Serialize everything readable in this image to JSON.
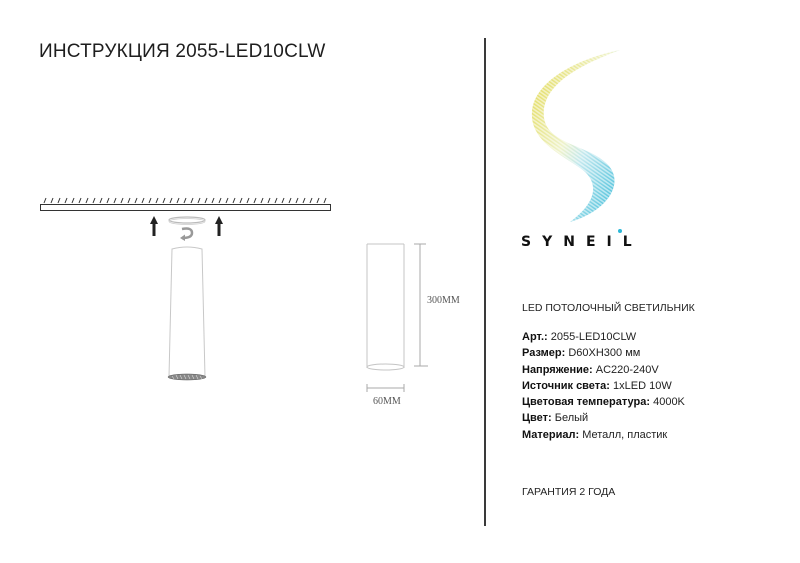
{
  "header": {
    "title": "ИНСТРУКЦИЯ 2055-LED10CLW"
  },
  "drawing": {
    "height_label": "300MM",
    "width_label": "60MM"
  },
  "brand": {
    "name": "SYNEIL",
    "accent_colors": [
      "#e2d84a",
      "#2bb8d8"
    ]
  },
  "product": {
    "type": "LED ПОТОЛОЧНЫЙ СВЕТИЛЬНИК",
    "specs": [
      {
        "label": "Арт.:",
        "value": " 2055-LED10CLW"
      },
      {
        "label": "Размер:",
        "value": " D60XH300 мм"
      },
      {
        "label": "Напряжение:",
        "value": " AC220-240V"
      },
      {
        "label": "Источник света:",
        "value": " 1xLED 10W"
      },
      {
        "label": "Цветовая температура:",
        "value": " 4000K"
      },
      {
        "label": "Цвет:",
        "value": " Белый"
      },
      {
        "label": "Материал:",
        "value": " Металл, пластик"
      }
    ],
    "warranty": "ГАРАНТИЯ 2 ГОДА"
  }
}
